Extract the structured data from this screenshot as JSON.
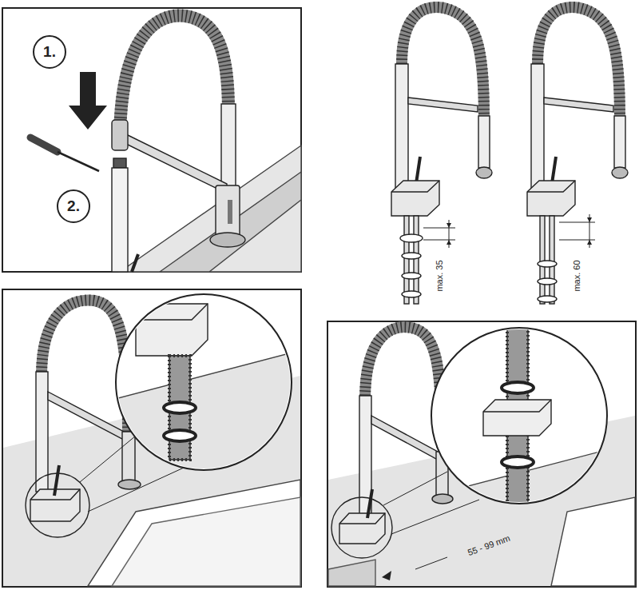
{
  "diagram": {
    "nodes": [
      {
        "text": [
          "1."
        ]
      },
      {
        "text": [
          "2."
        ]
      }
    ],
    "edges": [],
    "labels": [
      "max. 35",
      "max. 60",
      "55 - 99 mm"
    ]
  }
}
